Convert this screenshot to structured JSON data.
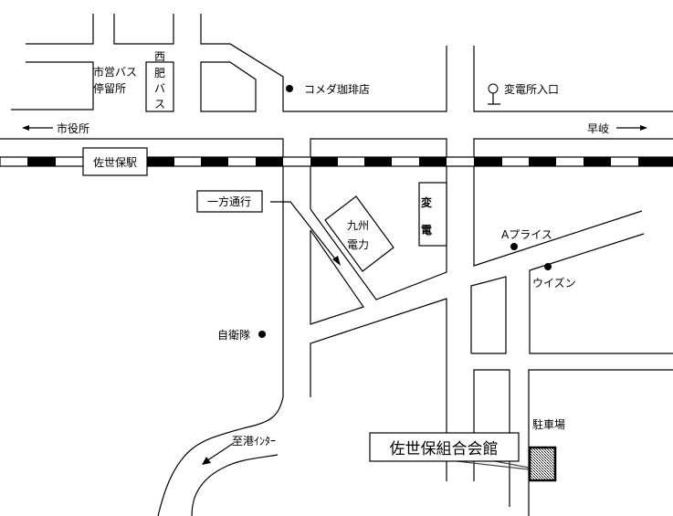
{
  "map": {
    "labels": {
      "bus_stop_line1": "市営バス",
      "bus_stop_line2": "停留所",
      "nishihi_bus": [
        "西",
        "肥",
        "バ",
        "ス"
      ],
      "komeda": "コメダ珈琲店",
      "substation_entrance": "変電所入口",
      "city_hall": "市役所",
      "haiki": "早岐",
      "station": "佐世保駅",
      "one_way": "一方通行",
      "kyuden_line1": "九州",
      "kyuden_line2": "電力",
      "substation": [
        "変",
        "電"
      ],
      "a_price": "Aプライス",
      "wizun": "ウイズン",
      "jieitai": "自衛隊",
      "to_port_interchange": "至港ｲﾝﾀｰ",
      "parking": "駐車場",
      "destination": "佐世保組合会館"
    },
    "colors": {
      "line": "#000000",
      "background": "#ffffff",
      "destination_fill": "#7a7a7a"
    }
  }
}
